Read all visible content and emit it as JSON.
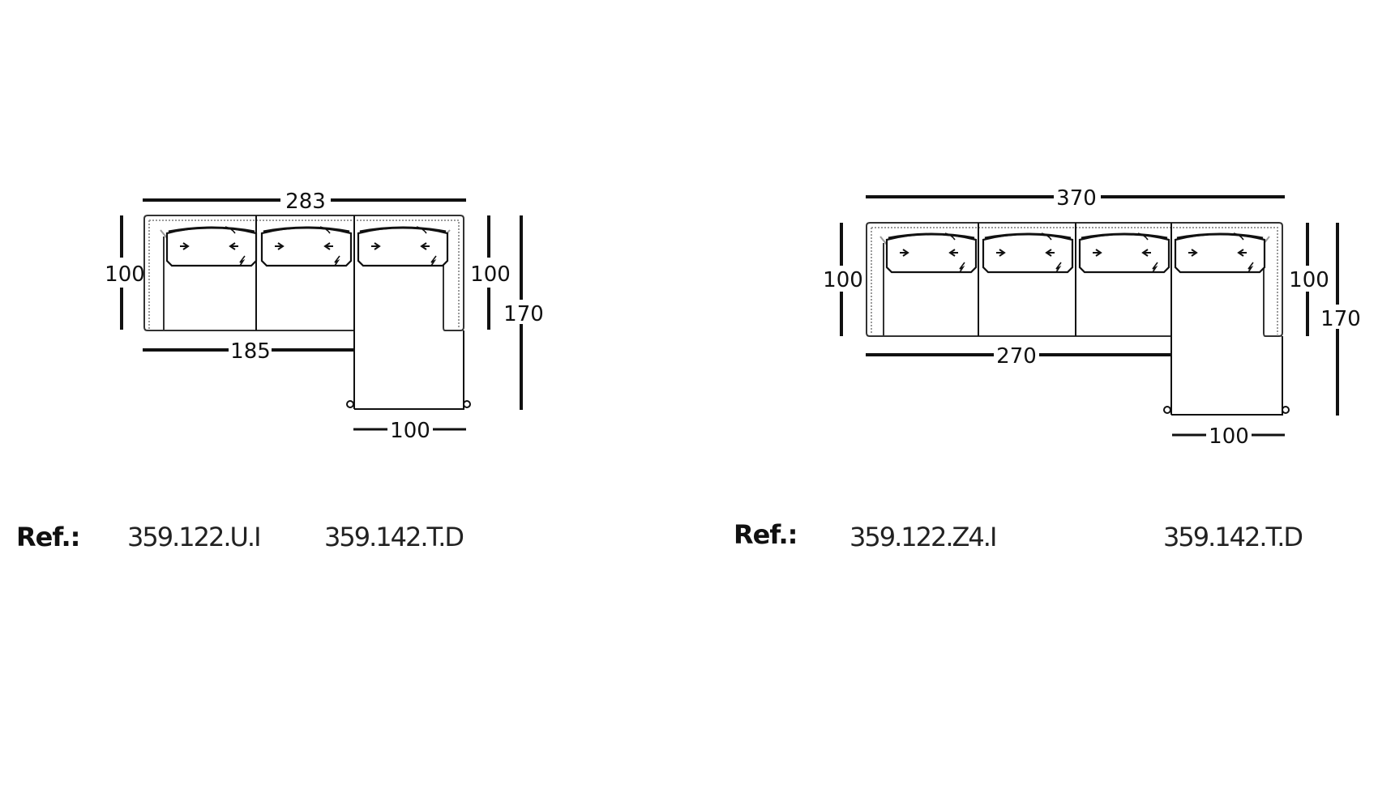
{
  "diagrams": [
    {
      "name": "sofa-chaise-3-seat",
      "dimensions": {
        "total_width": "283",
        "sofa_width": "185",
        "chaise_width": "100",
        "left_depth": "100",
        "right_depth": "100",
        "chaise_depth": "170"
      },
      "seats": 2,
      "ref": {
        "label": "Ref.:",
        "codes": [
          "359.122.U.I",
          "359.142.T.D"
        ]
      }
    },
    {
      "name": "sofa-chaise-4-seat",
      "dimensions": {
        "total_width": "370",
        "sofa_width": "270",
        "chaise_width": "100",
        "left_depth": "100",
        "right_depth": "100",
        "chaise_depth": "170"
      },
      "seats": 3,
      "ref": {
        "label": "Ref.:",
        "codes": [
          "359.122.Z4.I",
          "359.142.T.D"
        ]
      }
    }
  ],
  "colors": {
    "line": "#111111",
    "dotted": "#9a9a9a",
    "background": "#ffffff"
  }
}
